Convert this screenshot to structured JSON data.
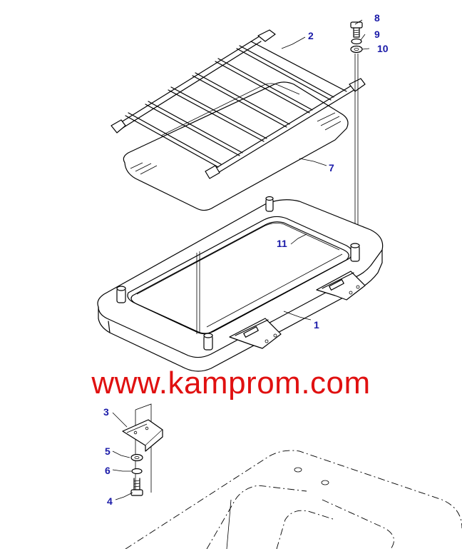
{
  "callouts": {
    "c1": "1",
    "c2": "2",
    "c3": "3",
    "c4": "4",
    "c5": "5",
    "c6": "6",
    "c7": "7",
    "c8": "8",
    "c9": "9",
    "c10": "10",
    "c11": "11"
  },
  "watermark": "www.kamprom.com",
  "colors": {
    "callout": "#1a1aa8",
    "watermark": "#e01010",
    "line": "#000000"
  }
}
